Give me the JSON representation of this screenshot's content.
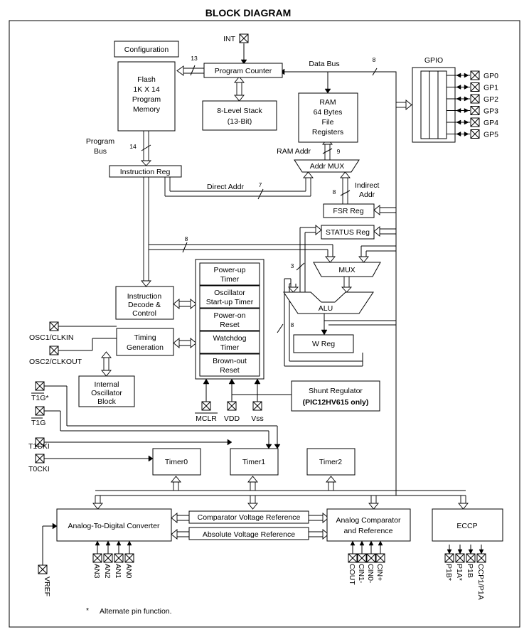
{
  "title": "BLOCK DIAGRAM",
  "blocks": {
    "configuration": "Configuration",
    "flash": [
      "Flash",
      "1K X 14",
      "Program",
      "Memory"
    ],
    "program_counter": "Program Counter",
    "stack": [
      "8-Level Stack",
      "(13-Bit)"
    ],
    "ram": [
      "RAM",
      "64 Bytes",
      "File",
      "Registers"
    ],
    "gpio": "GPIO",
    "instruction_reg": "Instruction Reg",
    "addr_mux": "Addr MUX",
    "fsr_reg": "FSR Reg",
    "status_reg": "STATUS Reg",
    "mux": "MUX",
    "alu": "ALU",
    "w_reg": "W Reg",
    "instruction_decode": [
      "Instruction",
      "Decode &",
      "Control"
    ],
    "timing_generation": [
      "Timing",
      "Generation"
    ],
    "internal_osc": [
      "Internal",
      "Oscillator",
      "Block"
    ],
    "power_group": [
      [
        "Power-up",
        "Timer"
      ],
      [
        "Oscillator",
        "Start-up Timer"
      ],
      [
        "Power-on",
        "Reset"
      ],
      [
        "Watchdog",
        "Timer"
      ],
      [
        "Brown-out",
        "Reset"
      ]
    ],
    "shunt_regulator": [
      "Shunt Regulator",
      "(PIC12HV615 only)"
    ],
    "timer0": "Timer0",
    "timer1": "Timer1",
    "timer2": "Timer2",
    "adc": "Analog-To-Digital Converter",
    "comp_vref": "Comparator Voltage Reference",
    "abs_vref": "Absolute Voltage Reference",
    "analog_comparator": [
      "Analog Comparator",
      "and Reference"
    ],
    "eccp": "ECCP"
  },
  "labels": {
    "int": "INT",
    "data_bus": "Data Bus",
    "program_bus": [
      "Program",
      "Bus"
    ],
    "ram_addr": "RAM Addr",
    "direct_addr": "Direct Addr",
    "indirect_addr": [
      "Indirect",
      "Addr"
    ],
    "osc1": "OSC1/CLKIN",
    "osc2": "OSC2/CLKOUT",
    "mclr": "MCLR",
    "vdd": "VDD",
    "vss": "Vss",
    "vref": "VREF",
    "t1g_alt": "T1G*",
    "t1g": "T1G",
    "t1cki": "T1CKI",
    "t0cki": "T0CKI",
    "footnote_mark": "*",
    "footnote": "Alternate pin function."
  },
  "bus_widths": {
    "pc_to_flash": "13",
    "data_bus": "8",
    "program_bus": "14",
    "ram_addr": "9",
    "direct_addr": "7",
    "indirect_addr": "8",
    "internal_bus": "8",
    "status_mux": "3",
    "w_bus": "8"
  },
  "gpio_pins": [
    "GP0",
    "GP1",
    "GP2",
    "GP3",
    "GP4",
    "GP5"
  ],
  "adc_pins": [
    "AN3",
    "AN2",
    "AN1",
    "AN0"
  ],
  "comp_pins": [
    "COUT",
    "CIN1-",
    "CIN0-",
    "CIN+"
  ],
  "eccp_pins": [
    "P1B*",
    "P1A*",
    "P1B",
    "CCP1/P1A"
  ]
}
